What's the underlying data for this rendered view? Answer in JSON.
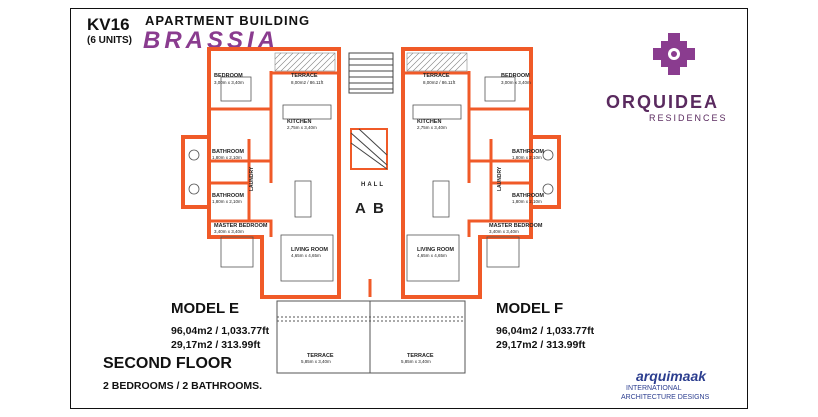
{
  "header": {
    "code": "KV16",
    "units": "(6 UNITS)",
    "building_label": "APARTMENT BUILDING",
    "building_name": "BRASSIA"
  },
  "plan": {
    "terrace_top": "TERRACE",
    "terrace_top_dim": "8,00m2 / 86.11ft",
    "kitchen": "KITCHEN",
    "kitchen_dim": "2,75m x 3,40m",
    "bedroom": "BEDROOM",
    "bedroom_dim": "3,00m x 3,40m",
    "bathroom": "BATHROOM",
    "bathroom_dim": "1,80m x 2,10m",
    "laundry": "LAUNDRY",
    "master_bedroom": "MASTER BEDROOM",
    "master_dim": "3,40m x 3,40m",
    "living_room": "LIVING ROOM",
    "living_dim": "4,65m x 4,65m",
    "hall": "HALL",
    "unit_a": "A",
    "unit_b": "B",
    "terrace_bottom": "TERRACE",
    "terrace_bottom_dim": "5,85m x 3,40m"
  },
  "model_e": {
    "title": "MODEL  E",
    "area1": "96,04m2  /  1,033.77ft",
    "area2": "29,17m2  /     313.99ft"
  },
  "model_f": {
    "title": "MODEL  F",
    "area1": "96,04m2  /  1,033.77ft",
    "area2": "29,17m2  /     313.99ft"
  },
  "footer": {
    "floor": "SECOND FLOOR",
    "rooms": "2 BEDROOMS / 2 BATHROOMS."
  },
  "logo": {
    "name": "ORQUIDEA",
    "sub": "RESIDENCES"
  },
  "credit": {
    "name": "arquimaak",
    "line1": "INTERNATIONAL",
    "line2": "ARCHITECTURE DESIGNS"
  },
  "colors": {
    "wall": "#f05a28",
    "brand": "#8a3c8f"
  }
}
